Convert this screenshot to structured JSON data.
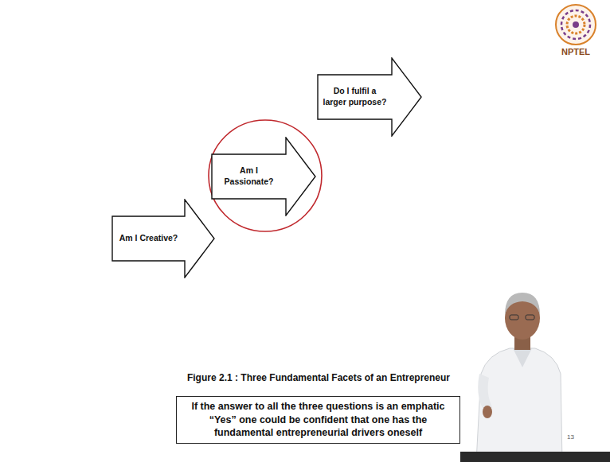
{
  "diagram": {
    "caption": "Figure 2.1 : Three Fundamental Facets of an Entrepreneur",
    "nodes": [
      {
        "text": [
          "Am I Creative?"
        ]
      },
      {
        "text": [
          "Am I Passionate?"
        ]
      },
      {
        "text": [
          "Do I fulfil a larger purpose?"
        ]
      },
      {
        "text": [
          "If the answer to all the three questions is an emphatic “Yes” one could be confident that one has the fundamental entrepreneurial drivers oneself"
        ]
      }
    ],
    "labels": [
      "NPTEL",
      "13"
    ]
  }
}
